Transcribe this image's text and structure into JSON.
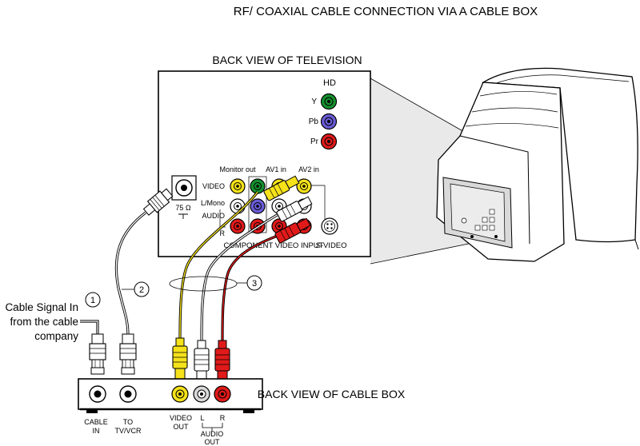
{
  "title": "RF/ COAXIAL CABLE CONNECTION VIA A CABLE BOX",
  "tv_panel": {
    "heading": "BACK VIEW OF TELEVISION",
    "hd": "HD",
    "y": "Y",
    "pb": "Pb",
    "pr": "Pr",
    "monitor_out": "Monitor out",
    "av1_in": "AV1 in",
    "av2_in": "AV2  in",
    "video": "VIDEO",
    "l_mono": "L/Mono",
    "audio": "AUDIO",
    "r": "R",
    "ohm": "75 Ω",
    "component": "COMPONENT VIDEO INPUT",
    "svideo": "S-VIDEO"
  },
  "callouts": {
    "one": "1",
    "two": "2",
    "three": "3"
  },
  "cable_note": {
    "line1": "Cable Signal In",
    "line2": "from the cable",
    "line3": "company"
  },
  "cable_box": {
    "heading": "BACK VIEW OF CABLE BOX",
    "cable_in_1": "CABLE",
    "cable_in_2": "IN",
    "to_tv_1": "TO",
    "to_tv_2": "TV/VCR",
    "video_out_1": "VIDEO",
    "video_out_2": "OUT",
    "l": "L",
    "r": "R",
    "audio_out_1": "AUDIO",
    "audio_out_2": "OUT"
  },
  "colors": {
    "yellow": "#f5e21a",
    "green": "#14912e",
    "blue": "#6a5cd6",
    "red": "#e01a1a",
    "white": "#ffffff",
    "grey": "#d9d9d9"
  }
}
